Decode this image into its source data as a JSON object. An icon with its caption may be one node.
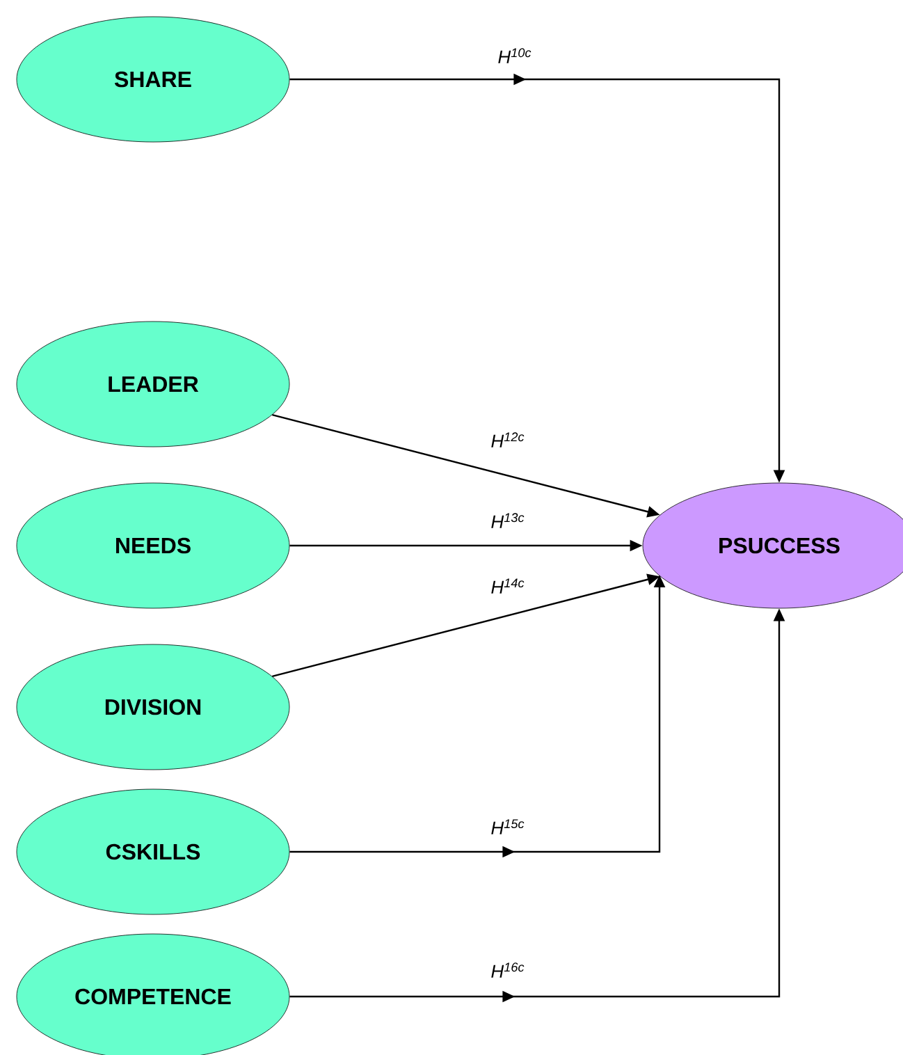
{
  "diagram": {
    "nodes": [
      {
        "text": [
          "SHARE"
        ]
      },
      {
        "text": [
          "LEADER"
        ]
      },
      {
        "text": [
          "NEEDS"
        ]
      },
      {
        "text": [
          "DIVISION"
        ]
      },
      {
        "text": [
          "CSKILLS"
        ]
      },
      {
        "text": [
          "COMPETENCE"
        ]
      },
      {
        "text": [
          "PSUCCESS"
        ]
      }
    ],
    "edges": [
      {
        "from": 0,
        "to": 6,
        "arrow": "to",
        "label": "H$^{10c}$"
      },
      {
        "from": 1,
        "to": 6,
        "arrow": "to",
        "label": "H$^{12c}$"
      },
      {
        "from": 2,
        "to": 6,
        "arrow": "to",
        "label": "H$^{13c}$"
      },
      {
        "from": 3,
        "to": 6,
        "arrow": "to",
        "label": "H$^{14c}$"
      },
      {
        "from": 4,
        "to": 6,
        "arrow": "to",
        "label": "H$^{15c}$"
      },
      {
        "from": 5,
        "to": 6,
        "arrow": "to",
        "label": "H$^{16c}$"
      }
    ]
  }
}
